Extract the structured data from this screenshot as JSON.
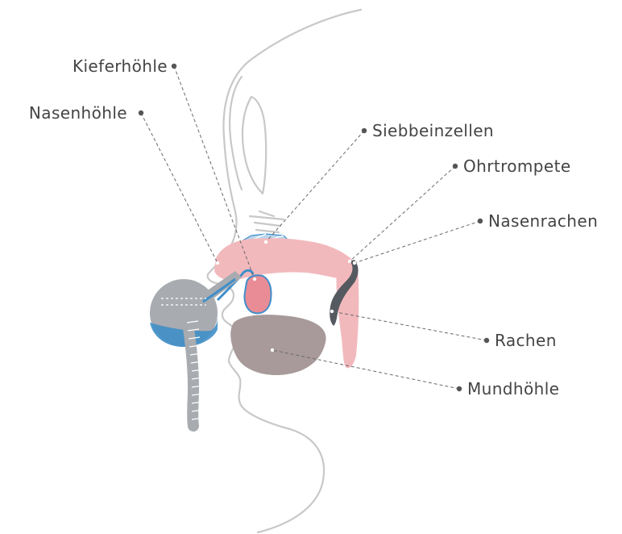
{
  "labels": {
    "kieferhoehle": "Kieferhöhle",
    "nasenhoehle": "Nasenhöhle",
    "siebbeinzellen": "Siebbeinzellen",
    "ohrtrompete": "Ohrtrompete",
    "nasenrachen": "Nasenrachen",
    "rachen": "Rachen",
    "mundhoehle": "Mundhöhle"
  },
  "colors": {
    "outline": "#c8c8c8",
    "airway_pink": "#f2b9bd",
    "airway_dark": "#d9878f",
    "sinus_blue": "#3f8fc9",
    "mouth_brown": "#a89a9a",
    "device_gray": "#a8abb0",
    "leader": "#6a6a6a"
  }
}
